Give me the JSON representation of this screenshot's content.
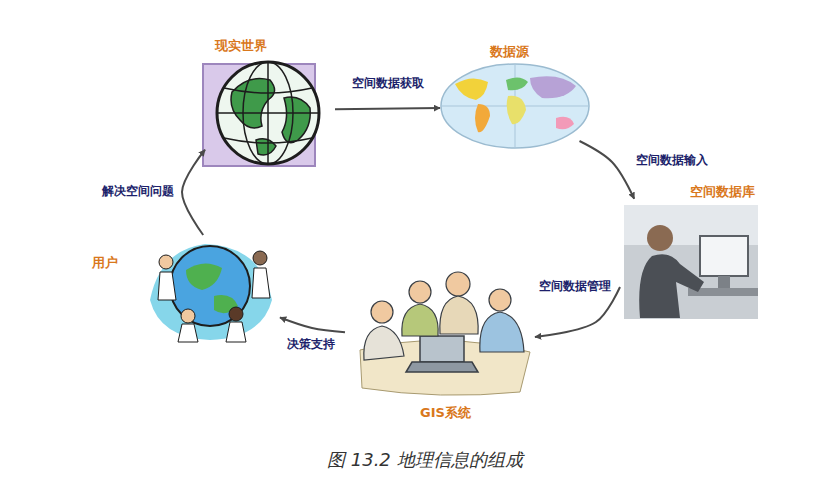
{
  "diagram": {
    "caption": "图 13.2 地理信息的组成",
    "nodes": [
      {
        "text": [
          "现实世界"
        ]
      },
      {
        "text": [
          "数据源"
        ]
      },
      {
        "text": [
          "空间数据库"
        ]
      },
      {
        "text": [
          "GIS系统"
        ]
      },
      {
        "text": [
          "用户"
        ]
      }
    ],
    "edges": [
      {
        "from": 0,
        "to": 1,
        "label": "空间数据获取",
        "arrow": "to"
      },
      {
        "from": 1,
        "to": 2,
        "label": "空间数据输入",
        "arrow": "to"
      },
      {
        "from": 2,
        "to": 3,
        "label": "空间数据管理",
        "arrow": "to"
      },
      {
        "from": 3,
        "to": 4,
        "label": "决策支持",
        "arrow": "to"
      },
      {
        "from": 4,
        "to": 0,
        "label": "解决空间问题",
        "arrow": "to"
      }
    ]
  }
}
